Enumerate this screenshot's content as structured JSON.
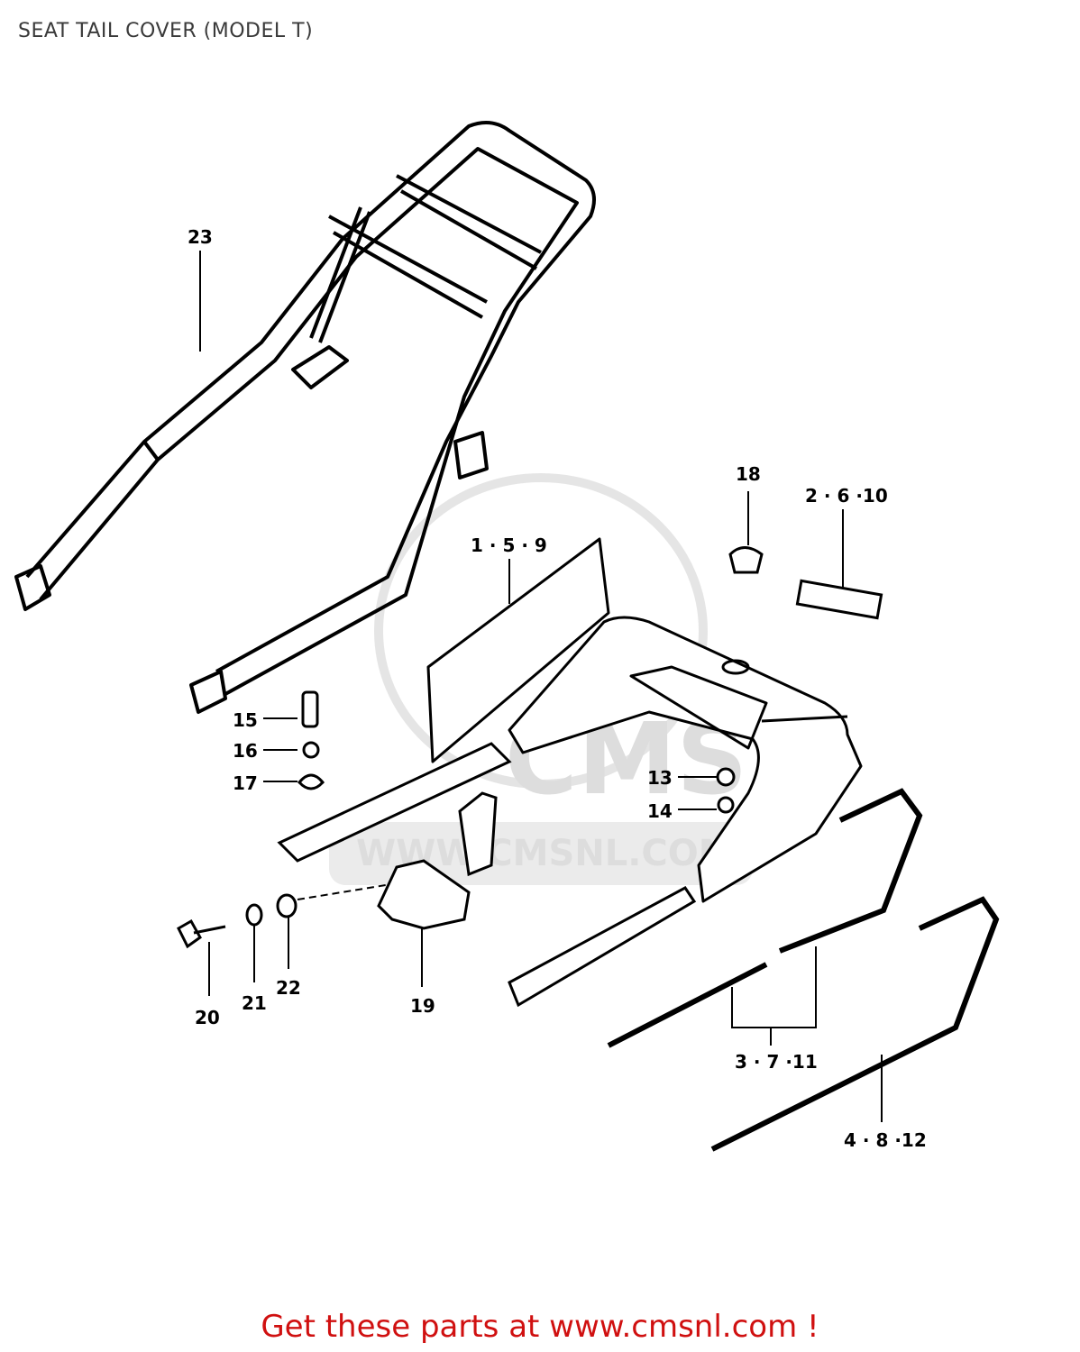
{
  "page": {
    "title": "SEAT TAIL COVER (MODEL T)",
    "footer": "Get these parts at www.cmsnl.com !"
  },
  "watermark": {
    "logo_text": "CMS",
    "url_text": "WWW.CMSNL.COM"
  },
  "callouts": [
    {
      "id": "23",
      "label": "23"
    },
    {
      "id": "18",
      "label": "18"
    },
    {
      "id": "2-6-10",
      "label": "2 · 6 ·10"
    },
    {
      "id": "1-5-9",
      "label": "1 · 5 · 9"
    },
    {
      "id": "15",
      "label": "15"
    },
    {
      "id": "16",
      "label": "16"
    },
    {
      "id": "17",
      "label": "17"
    },
    {
      "id": "13",
      "label": "13"
    },
    {
      "id": "14",
      "label": "14"
    },
    {
      "id": "20",
      "label": "20"
    },
    {
      "id": "21",
      "label": "21"
    },
    {
      "id": "22",
      "label": "22"
    },
    {
      "id": "19",
      "label": "19"
    },
    {
      "id": "3-7-11",
      "label": "3 · 7 ·11"
    },
    {
      "id": "4-8-12",
      "label": "4 · 8 ·12"
    }
  ]
}
